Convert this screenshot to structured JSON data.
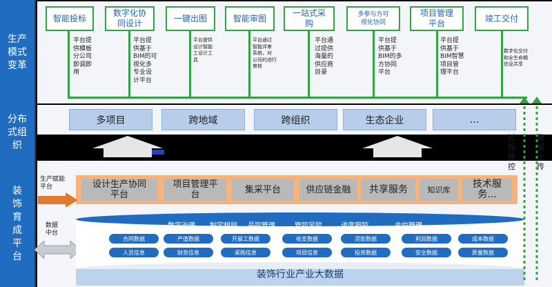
{
  "rows": [
    {
      "label": "生产\n模式\n变革"
    },
    {
      "label": "分布\n式组\n织"
    },
    {
      "label": "装\n饰\n育\n成\n平\n台"
    }
  ],
  "steps": [
    {
      "title": "智能投标",
      "desc": "平台提\n供模板\n分公司\n即调即\n用"
    },
    {
      "title": "数字化协\n同设计",
      "desc": "平台提\n供基于\nBIM的可\n视化多\n专业设\n计平台"
    },
    {
      "title": "一键出图",
      "desc": "平台提供\n设计智能\n工设计工\n具"
    },
    {
      "title": "智能审图",
      "desc": "平台通过\n智能评审\n系统，对\n公司的进行\n审核"
    },
    {
      "title": "一站式采\n购",
      "desc": "平台通\n过提供\n海量的\n供应商\n目录"
    },
    {
      "title": "多参与方可\n视化协同",
      "desc": "平台提\n供基于\nBIM的多\n方协同\n平台"
    },
    {
      "title": "项目管理\n平台",
      "desc": "平台提\n供基于\nBIM智慧\n项目管\n理平台"
    },
    {
      "title": "竣工交付",
      "desc": "数字化交付\n和全生命期\n信息共享"
    }
  ],
  "dist_items": [
    "多项目",
    "跨地域",
    "跨组织",
    "生态企业",
    "..."
  ],
  "feedback": {
    "left": "过\n程\n管\n控",
    "right": "数\n据\n上\n传"
  },
  "platform": {
    "arrow_label": "生产赋能\n平台",
    "data_label": "数据\n中台",
    "modules": [
      "设计生产协同\n平台",
      "项目管理平\n台",
      "集采平台",
      "供应链金融",
      "共享服务",
      "知识库",
      "技术服\n务..."
    ],
    "topics": [
      "数字治理",
      "制定规则",
      "品控管理",
      "管控风险",
      "进度把控",
      "合约管理"
    ],
    "data_pills_row1": [
      "合同数据",
      "产值数据",
      "开展工数据",
      "收支数据",
      "贷款数据",
      "利润数据",
      "成本数据"
    ],
    "data_pills_row2": [
      "人员信息",
      "财务信息",
      "采购信息",
      "项目信息",
      "投资数据",
      "安全数据",
      "质量数据"
    ],
    "base_label": "装饰行业产业大数据"
  },
  "colors": {
    "blue": "#1f6cc1",
    "green": "#2fa33f",
    "orange": "#f6b37c",
    "gray": "#b9b9b9"
  }
}
